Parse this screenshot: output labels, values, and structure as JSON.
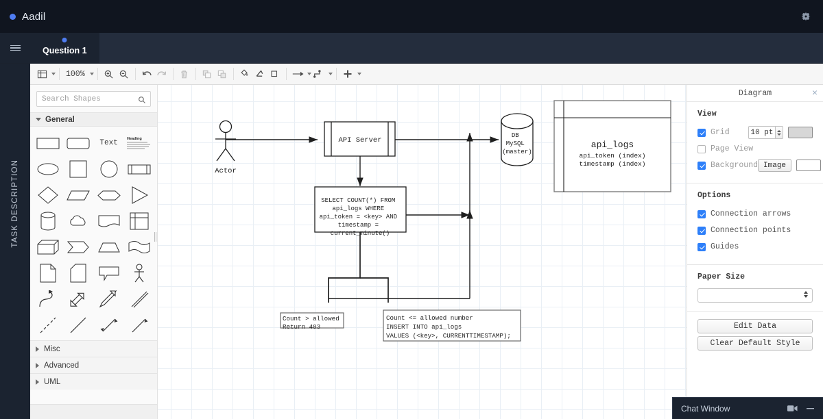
{
  "topbar": {
    "brand": "Aadil",
    "gear_icon": "gear-icon"
  },
  "tabs": {
    "hamburger_icon": "hamburger-icon",
    "items": [
      {
        "label": "Question 1",
        "active": true
      }
    ]
  },
  "left_rail": {
    "label": "TASK DESCRIPTION"
  },
  "toolbar": {
    "view_icon": "layout-panels-icon",
    "zoom_level": "100%",
    "zoom_in_icon": "zoom-in-icon",
    "zoom_out_icon": "zoom-out-icon",
    "undo_icon": "undo-icon",
    "redo_icon": "redo-icon",
    "delete_icon": "trash-icon",
    "to_front_icon": "bring-to-front-icon",
    "to_back_icon": "send-to-back-icon",
    "fill_icon": "fill-color-icon",
    "line_icon": "line-color-icon",
    "shadow_icon": "shadow-icon",
    "connection_icon": "straight-connector-icon",
    "waypoint_icon": "orthogonal-connector-icon",
    "insert_icon": "plus-icon"
  },
  "shapes_panel": {
    "search_placeholder": "Search Shapes",
    "search_value": "",
    "search_icon": "search-icon",
    "sections": [
      {
        "label": "General",
        "expanded": true
      },
      {
        "label": "Misc",
        "expanded": false
      },
      {
        "label": "Advanced",
        "expanded": false
      },
      {
        "label": "UML",
        "expanded": false
      }
    ],
    "general_shapes": [
      "rectangle",
      "rounded-rectangle",
      "text",
      "textbox",
      "ellipse",
      "square",
      "circle",
      "process",
      "diamond",
      "parallelogram",
      "hexagon",
      "triangle",
      "cylinder",
      "cloud",
      "document",
      "internal-storage",
      "cube",
      "step",
      "trapezoid",
      "tape",
      "note",
      "card",
      "callout",
      "actor",
      "curved-arrow",
      "double-arrow",
      "arrow",
      "double-line",
      "dashed-line",
      "line",
      "bidirectional-arrow",
      "directional-arrow"
    ],
    "shape_labels": {
      "text": "Text",
      "textbox": "Heading"
    }
  },
  "diagram": {
    "nodes": [
      {
        "id": "actor",
        "type": "actor",
        "label": "Actor"
      },
      {
        "id": "api_server",
        "type": "module",
        "label": "API Server"
      },
      {
        "id": "query",
        "type": "rectangle",
        "label": "SELECT COUNT(*) FROM\napi_logs WHERE\napi_token = <key> AND\ntimestamp =\ncurrent_minute()"
      },
      {
        "id": "db",
        "type": "cylinder",
        "label": "DB\nMySQL\n(master)"
      },
      {
        "id": "table",
        "type": "table",
        "title": "api_logs",
        "rows": [
          "api_token (index)",
          "timestamp (index)"
        ]
      },
      {
        "id": "deny",
        "type": "note",
        "label": "Count > allowed\nReturn 403"
      },
      {
        "id": "allow",
        "type": "note",
        "label": "Count <= allowed number\nINSERT INTO api_logs\nVALUES (<key>, CURRENTTIMESTAMP);"
      }
    ]
  },
  "format_panel": {
    "title": "Diagram",
    "close_icon": "close-icon",
    "view": {
      "heading": "View",
      "grid": {
        "label": "Grid",
        "checked": true,
        "size": "10 pt",
        "color": "#d7d7d7"
      },
      "page_view": {
        "label": "Page View",
        "checked": false
      },
      "background": {
        "label": "Background",
        "checked": true,
        "image_button": "Image",
        "color": "#ffffff"
      }
    },
    "options": {
      "heading": "Options",
      "items": [
        {
          "label": "Connection arrows",
          "checked": true
        },
        {
          "label": "Connection points",
          "checked": true
        },
        {
          "label": "Guides",
          "checked": true
        }
      ]
    },
    "paper_size": {
      "heading": "Paper Size",
      "value": ""
    },
    "actions": [
      "Edit Data",
      "Clear Default Style"
    ]
  },
  "chat": {
    "title": "Chat Window",
    "video_icon": "video-camera-icon",
    "minimize_icon": "minimize-icon"
  },
  "colors": {
    "accent": "#4f7df2",
    "topbar_bg": "#10151f",
    "tabstrip_bg": "#242d3d",
    "panel_bg": "#1b2330",
    "checkbox_on": "#2d7ff9"
  }
}
